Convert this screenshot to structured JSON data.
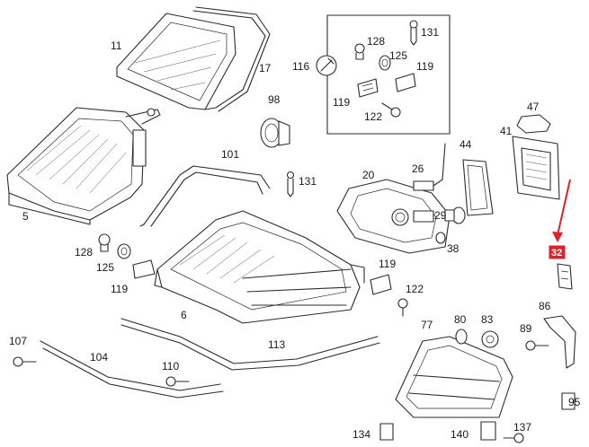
{
  "diagram": {
    "highlight_color": "#e0202a",
    "labels": {
      "l11": "11",
      "l17": "17",
      "l5": "5",
      "l128a": "128",
      "l131a": "131",
      "l125a": "125",
      "l116": "116",
      "l119a": "119",
      "l119b": "119",
      "l122a": "122",
      "l98": "98",
      "l101": "101",
      "l131b": "131",
      "l20": "20",
      "l26": "26",
      "l44": "44",
      "l41": "41",
      "l47": "47",
      "l29": "29",
      "l38": "38",
      "l128b": "128",
      "l125b": "125",
      "l119c": "119",
      "l6": "6",
      "l119d": "119",
      "l122b": "122",
      "l32": "32",
      "l86": "86",
      "l89": "89",
      "l77": "77",
      "l80": "80",
      "l83": "83",
      "l107": "107",
      "l104": "104",
      "l113": "113",
      "l110": "110",
      "l134": "134",
      "l140": "140",
      "l137": "137",
      "l95": "95"
    }
  }
}
